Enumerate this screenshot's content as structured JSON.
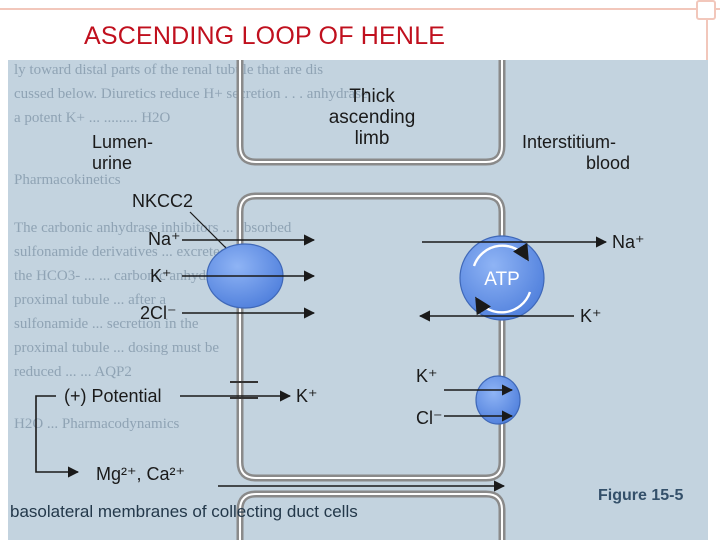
{
  "slide": {
    "title": "ASCENDING LOOP OF HENLE"
  },
  "diagram": {
    "limb_label": [
      "Thick",
      "ascending",
      "limb"
    ],
    "lumen_label": [
      "Lumen-",
      "urine"
    ],
    "interstitium_label": [
      "Interstitium-",
      "blood"
    ],
    "transporter": "NKCC2",
    "lumen_ions": {
      "na": "Na⁺",
      "k": "K⁺",
      "cl": "2Cl⁻"
    },
    "pump": "ATP",
    "blood_ions": {
      "na": "Na⁺",
      "k_pump": "K⁺",
      "k_channel": "K⁺",
      "cl": "Cl⁻"
    },
    "potential_label": "(+) Potential",
    "paracellular_k": "K⁺",
    "paracellular_cations": "Mg²⁺, Ca²⁺",
    "page_caption": "Figure 15-5",
    "caption_text": "basolateral membranes of collecting duct cells"
  },
  "colors": {
    "title": "#c0101e",
    "background": "#c3d3df",
    "channel": "#5d8fe6",
    "cell_wall": "#8a8a8a"
  }
}
